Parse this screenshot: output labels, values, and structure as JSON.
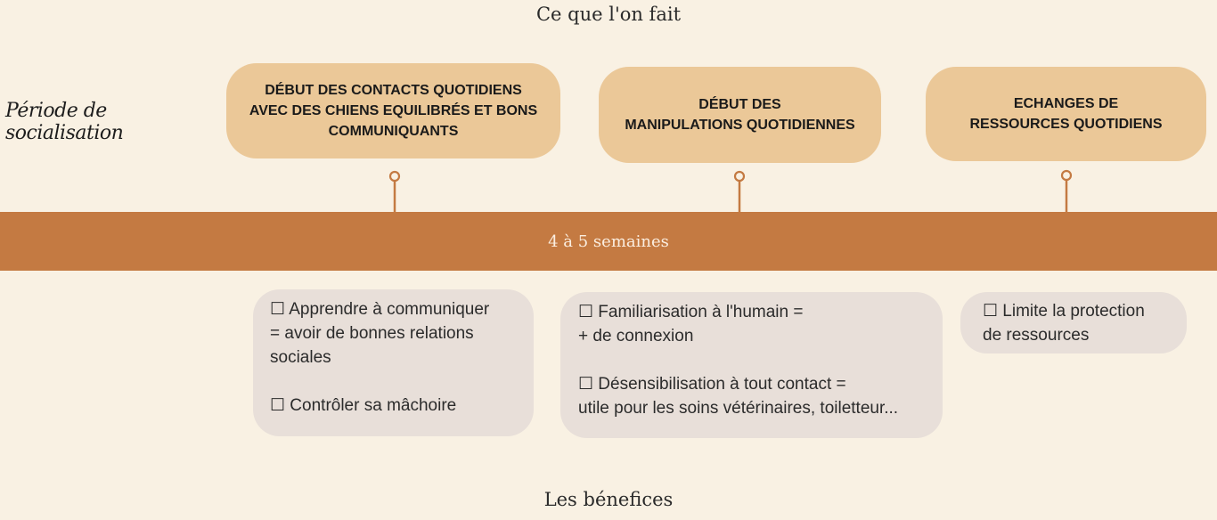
{
  "header": {
    "title": "Ce que l'on fait"
  },
  "side_label": "Période de socialisation",
  "timeline": {
    "band_label": "4 à 5 semaines",
    "actions": [
      {
        "text": "DÉBUT DES CONTACTS QUOTIDIENS\nAVEC DES CHIENS EQUILIBRÉS ET BONS\nCOMMUNIQUANTS"
      },
      {
        "text": "DÉBUT DES\nMANIPULATIONS QUOTIDIENNES"
      },
      {
        "text": "ECHANGES DE\nRESSOURCES QUOTIDIENS"
      }
    ],
    "benefits": [
      {
        "items": [
          "☐ Apprendre à communiquer\n= avoir de bonnes relations\nsociales",
          "☐ Contrôler sa mâchoire"
        ]
      },
      {
        "items": [
          "☐ Familiarisation à l'humain =\n+ de connexion",
          "☐ Désensibilisation à tout contact =\nutile pour les soins vétérinaires, toiletteur..."
        ]
      },
      {
        "items": [
          "☐ Limite la protection\nde ressources"
        ]
      }
    ]
  },
  "footer": {
    "title": "Les bénefices"
  },
  "colors": {
    "background": "#f9f1e3",
    "band": "#c47a42",
    "action_box": "#ebc898",
    "benefit_box": "#e8dfd9"
  }
}
